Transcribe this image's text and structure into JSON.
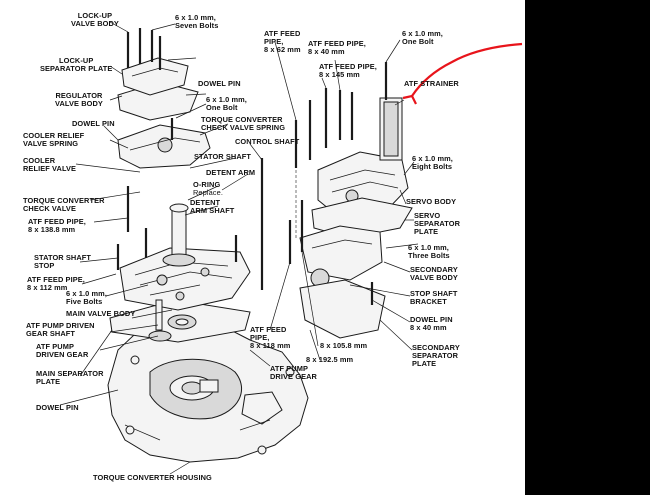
{
  "labels": {
    "lockup_valve_body": "LOCK-UP\nVALVE BODY",
    "seven_bolts": "6 x 1.0 mm,\nSeven Bolts",
    "lockup_separator_plate": "LOCK-UP\nSEPARATOR PLATE",
    "dowel_pin_top": "DOWEL PIN",
    "one_bolt_mid": "6 x 1.0 mm,\nOne Bolt",
    "regulator_valve_body": "REGULATOR\nVALVE BODY",
    "torque_converter_check_valve_spring": "TORQUE CONVERTER\nCHECK VALVE SPRING",
    "dowel_pin_left": "DOWEL PIN",
    "control_shaft": "CONTROL SHAFT",
    "cooler_relief_valve_spring": "COOLER RELIEF\nVALVE SPRING",
    "stator_shaft": "STATOR SHAFT",
    "cooler_relief_valve": "COOLER\nRELIEF VALVE",
    "detent_arm": "DETENT ARM",
    "o_ring": "O-RING",
    "o_ring_note": "Replace.",
    "tc_check_valve": "TORQUE CONVERTER\nCHECK VALVE",
    "detent_arm_shaft": "DETENT\nARM SHAFT",
    "atf_feed_pipe_138": "ATF FEED PIPE,\n8 x 138.8 mm",
    "stator_shaft_stop": "STATOR SHAFT\nSTOP",
    "atf_feed_pipe_112": "ATF FEED PIPE,\n8 x 112 mm",
    "five_bolts": "6 x 1.0 mm,\nFive Bolts",
    "main_valve_body": "MAIN VALVE BODY",
    "atf_pump_driven_gear_shaft": "ATF PUMP DRIVEN\nGEAR SHAFT",
    "atf_pump_driven_gear": "ATF PUMP\nDRIVEN GEAR",
    "main_separator_plate": "MAIN SEPARATOR\nPLATE",
    "dowel_pin_bottom": "DOWEL PIN",
    "torque_converter_housing": "TORQUE CONVERTER HOUSING",
    "atf_feed_pipe_62": "ATF FEED\nPIPE,\n8 x 62 mm",
    "atf_feed_pipe_40": "ATF FEED PIPE,\n8 x 40 mm",
    "atf_feed_pipe_145": "ATF FEED PIPE,\n8 x 145 mm",
    "one_bolt_top_right": "6 x 1.0 mm,\nOne Bolt",
    "atf_strainer": "ATF STRAINER",
    "eight_bolts": "6 x 1.0 mm,\nEight Bolts",
    "servo_body": "SERVO BODY",
    "servo_separator_plate": "SERVO\nSEPARATOR\nPLATE",
    "three_bolts": "6 x 1.0 mm,\nThree Bolts",
    "secondary_valve_body": "SECONDARY\nVALVE BODY",
    "stop_shaft_bracket": "STOP SHAFT\nBRACKET",
    "dowel_pin_right": "DOWEL PIN\n8 x 40 mm",
    "secondary_separator_plate": "SECONDARY\nSEPARATOR\nPLATE",
    "atf_feed_pipe_118": "ATF FEED\nPIPE,\n8 x 118 mm",
    "pipe_105": "8 x 105.8 mm",
    "pipe_192": "8 x 192.5 mm",
    "atf_pump_drive_gear": "ATF PUMP\nDRIVE GEAR"
  },
  "colors": {
    "annotation_arrow": "#e8141b",
    "ink": "#1a1a1a",
    "background": "#ffffff",
    "right_bar": "#000000"
  }
}
